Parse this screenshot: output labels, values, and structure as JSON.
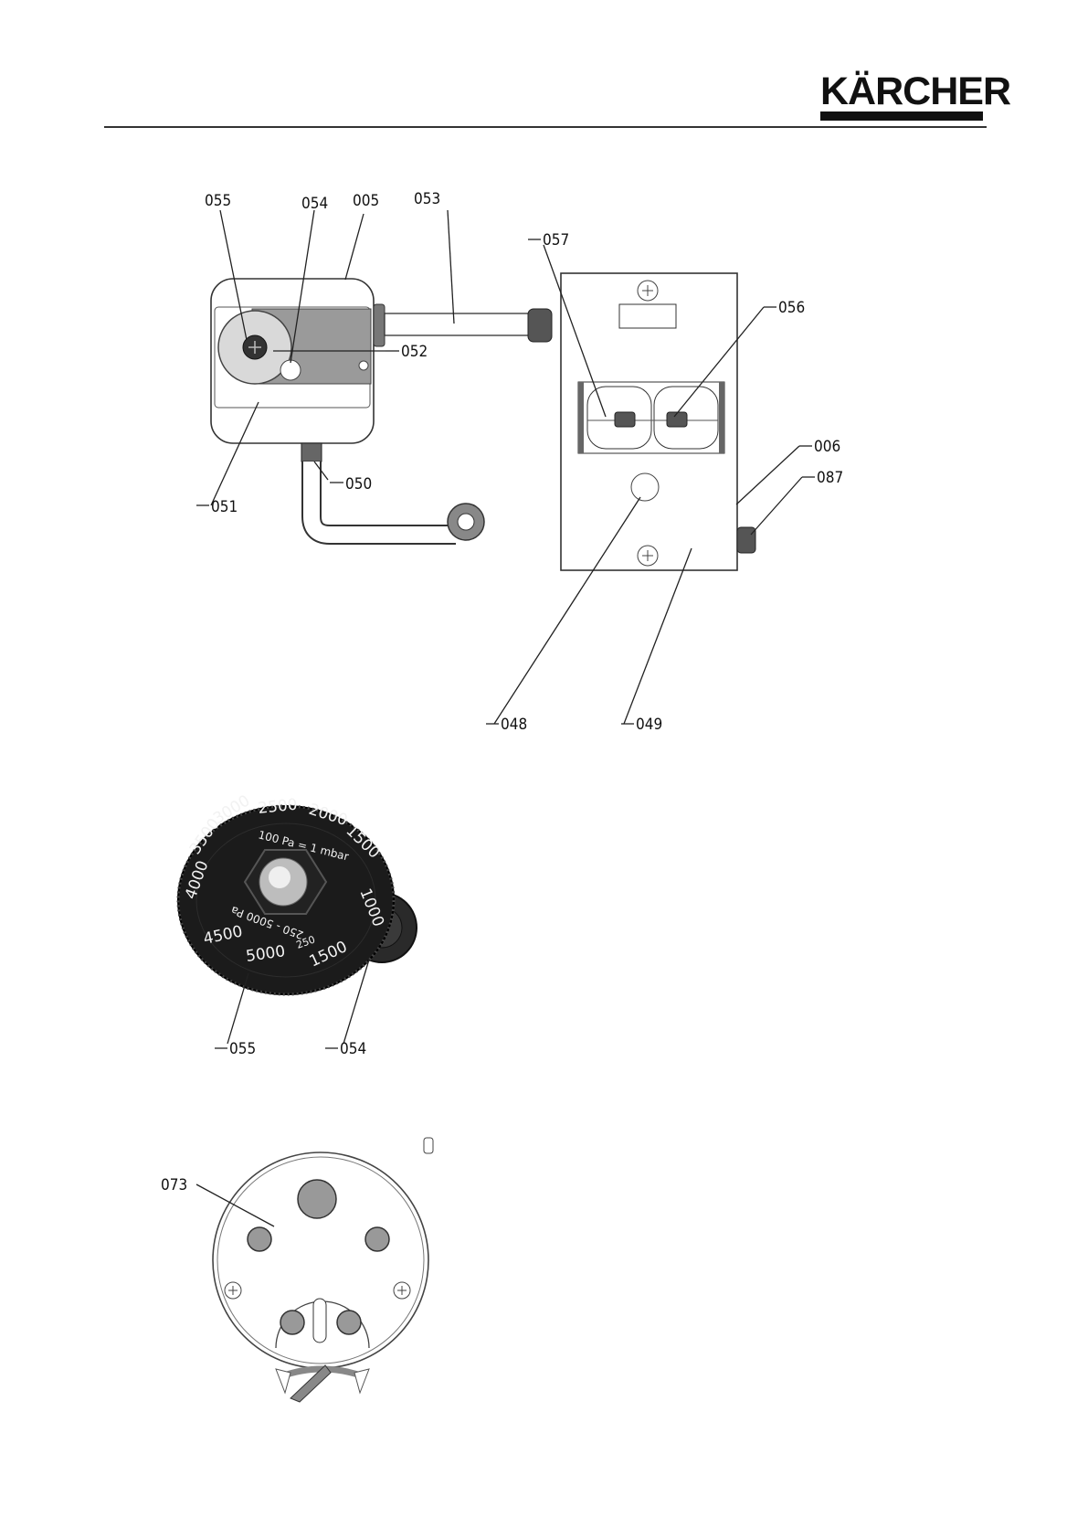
{
  "brand": {
    "logo_text": "KÄRCHER"
  },
  "figure1": {
    "labels": {
      "l055": "055",
      "l054": "054",
      "l005": "005",
      "l053": "053",
      "l057": "057",
      "l056": "056",
      "l052": "052",
      "l051": "051",
      "l050": "050",
      "l006": "006",
      "l087": "087",
      "l048": "048",
      "l049": "049"
    }
  },
  "figure2": {
    "labels": {
      "l055": "055",
      "l054": "054"
    },
    "dial_text": {
      "scale_marks": [
        "1500",
        "2000",
        "2500",
        "3000",
        "3500",
        "4000",
        "4500",
        "5000",
        "1000",
        "1500",
        "250"
      ],
      "unit_note": "100 Pa = 1 mbar",
      "range_note": "250 - 5000 Pa"
    }
  },
  "figure3": {
    "labels": {
      "l073": "073"
    }
  }
}
